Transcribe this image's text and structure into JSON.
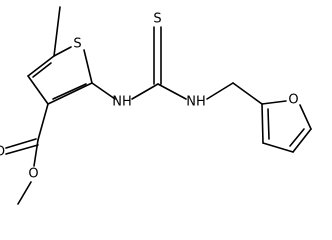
{
  "atoms": {
    "thiophene_sulfur": "S",
    "thiocarbonyl_sulfur": "S",
    "amine_left": "NH",
    "amine_right": "NH",
    "furan_oxygen": "O",
    "carbonyl_oxygen": "O",
    "ester_oxygen": "O"
  },
  "colors": {
    "bond": "#000000",
    "label": "#000000",
    "background": "#ffffff"
  }
}
